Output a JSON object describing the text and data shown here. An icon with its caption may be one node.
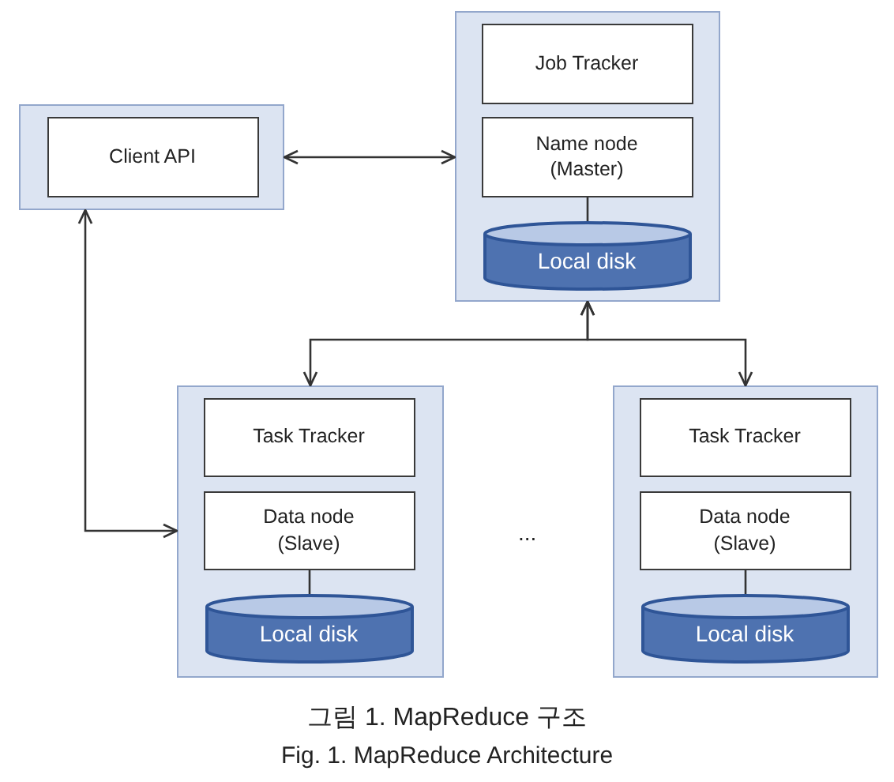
{
  "diagram": {
    "caption": "그림 1. MapReduce 구조",
    "nodes": [
      {
        "text": [],
        "shape": "box"
      },
      {
        "text": [
          "Client API"
        ],
        "in": 0
      },
      {
        "text": [],
        "shape": "box"
      },
      {
        "text": [
          "Job Tracker"
        ],
        "in": 2
      },
      {
        "text": [
          "Name node (Master)"
        ],
        "in": 2
      },
      {
        "text": [
          "Local disk"
        ],
        "in": 2
      },
      {
        "text": [],
        "shape": "box"
      },
      {
        "text": [
          "Task Tracker"
        ],
        "in": 6
      },
      {
        "text": [
          "Data node (Slave)"
        ],
        "in": 6
      },
      {
        "text": [
          "Local disk"
        ],
        "in": 6
      },
      {
        "text": [],
        "shape": "box"
      },
      {
        "text": [
          "Task Tracker"
        ],
        "in": 10
      },
      {
        "text": [
          "Data node (Slave)"
        ],
        "in": 10
      },
      {
        "text": [
          "Local disk"
        ],
        "in": 10
      }
    ],
    "edges": [
      {
        "from": 0,
        "to": 2,
        "arrow": "both"
      },
      {
        "from": 4,
        "to": 5,
        "arrow": "none"
      },
      {
        "from": 2,
        "to": 6,
        "arrow": "both"
      },
      {
        "from": 2,
        "to": 10,
        "arrow": "both"
      },
      {
        "from": 0,
        "to": 6,
        "arrow": "both"
      },
      {
        "from": 8,
        "to": 9,
        "arrow": "none"
      },
      {
        "from": 12,
        "to": 13,
        "arrow": "none"
      }
    ],
    "labels": [
      "...",
      "Fig. 1. MapReduce Architecture"
    ]
  }
}
